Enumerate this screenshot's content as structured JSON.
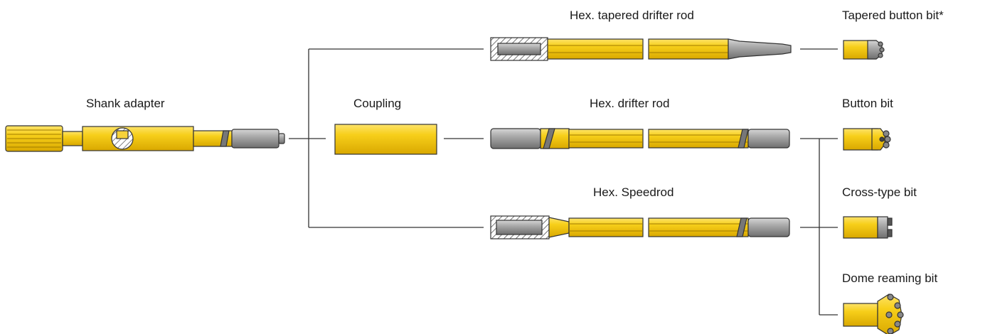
{
  "labels": {
    "shank_adapter": "Shank adapter",
    "coupling": "Coupling",
    "hex_tapered_drifter_rod": "Hex. tapered drifter rod",
    "hex_drifter_rod": "Hex. drifter rod",
    "hex_speedrod": "Hex. Speedrod",
    "tapered_button_bit": "Tapered button bit*",
    "button_bit": "Button bit",
    "cross_type_bit": "Cross-type bit",
    "dome_reaming_bit": "Dome reaming bit"
  },
  "colors": {
    "steel_yellow": "#f5c400",
    "steel_yellow_light": "#fde36a",
    "steel_yellow_dark": "#c99a00",
    "thread_gray": "#8a8a8a",
    "thread_gray_light": "#c8c8c8",
    "line": "#333333"
  }
}
